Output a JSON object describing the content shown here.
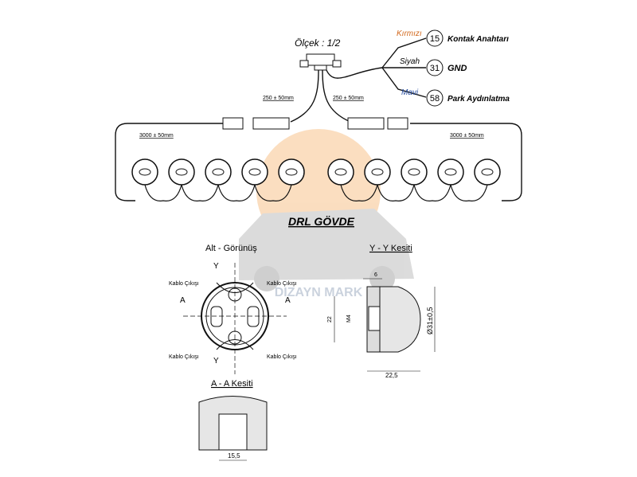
{
  "header": {
    "scale_label": "Ölçek : 1/2"
  },
  "wires": [
    {
      "color_name": "Kırmızı",
      "color": "#d2691e",
      "pin": "15",
      "label": "Kontak Anahtarı"
    },
    {
      "color_name": "Siyah",
      "color": "#111111",
      "pin": "31",
      "label": "GND"
    },
    {
      "color_name": "Mavi",
      "color": "#2a4fa0",
      "pin": "58",
      "label": "Park Aydınlatma"
    }
  ],
  "dimensions": {
    "branch_left": "250 ± 50mm",
    "branch_right": "250 ± 50mm",
    "cable_left": "3000 ± 50mm",
    "cable_right": "3000 ± 50mm"
  },
  "section_title": "DRL GÖVDE",
  "bottom_view": {
    "title": "Alt - Görünüş",
    "cable_exit": "Kablo Çıkışı",
    "y_mark": "Y",
    "a_mark": "A"
  },
  "yy_section": {
    "title": "Y - Y Kesiti",
    "dim_6": "6",
    "dim_22": "22",
    "dim_m4": "M4",
    "dim_dia": "Ø31±0,5",
    "dim_width": "22,5"
  },
  "aa_section": {
    "title": "A - A Kesiti",
    "dim_width": "15,5"
  },
  "watermark": {
    "text": "DIZAYN MARK"
  }
}
